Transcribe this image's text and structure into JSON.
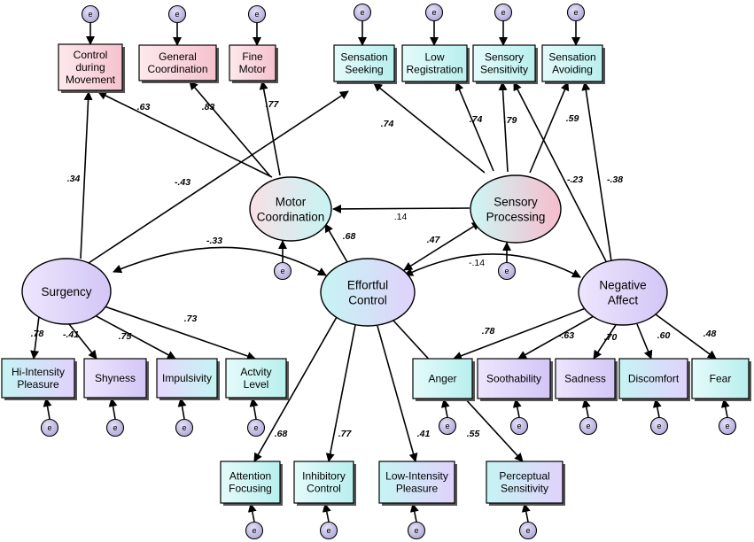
{
  "error_label": "e",
  "observed": {
    "control_movement": [
      "Control",
      "during",
      "Movement"
    ],
    "general_coordination": [
      "General",
      "Coordination"
    ],
    "fine_motor": [
      "Fine",
      "Motor"
    ],
    "sensation_seeking": [
      "Sensation",
      "Seeking"
    ],
    "low_registration": [
      "Low",
      "Registration"
    ],
    "sensory_sensitivity": [
      "Sensory",
      "Sensitivity"
    ],
    "sensation_avoiding": [
      "Sensation",
      "Avoiding"
    ],
    "hi_intensity": [
      "Hi-Intensity",
      "Pleasure"
    ],
    "shyness": [
      "Shyness"
    ],
    "impulsivity": [
      "Impulsivity"
    ],
    "activity_level": [
      "Actvity",
      "Level"
    ],
    "anger": [
      "Anger"
    ],
    "soothability": [
      "Soothability"
    ],
    "sadness": [
      "Sadness"
    ],
    "discomfort": [
      "Discomfort"
    ],
    "fear": [
      "Fear"
    ],
    "attention_focusing": [
      "Attention",
      "Focusing"
    ],
    "inhibitory_control": [
      "Inhibitory",
      "Control"
    ],
    "low_intensity": [
      "Low-Intensity",
      "Pleasure"
    ],
    "perceptual_sensitivity": [
      "Perceptual",
      "Sensitivity"
    ]
  },
  "latent": {
    "motor_coordination": [
      "Motor",
      "Coordination"
    ],
    "sensory_processing": [
      "Sensory",
      "Processing"
    ],
    "surgency": [
      "Surgency"
    ],
    "effortful_control": [
      "Effortful",
      "Control"
    ],
    "negative_affect": [
      "Negative",
      "Affect"
    ]
  },
  "coefficients": {
    "mc_control": ".63",
    "mc_general": ".83",
    "mc_fine": ".77",
    "sp_seeking": ".74",
    "sp_lowreg": ".74",
    "sp_sensitivity": ".79",
    "sp_avoiding": ".59",
    "sp_mc": ".14",
    "na_sensitivity": "-.23",
    "na_avoiding": "-.38",
    "surg_control": ".34",
    "surg_seeking": "-.43",
    "surg_ec": "-.33",
    "ec_mc": ".68",
    "ec_sp": ".47",
    "ec_na": "-.14",
    "surg_hi": ".78",
    "surg_shy": "-.41",
    "surg_imp": ".75",
    "surg_act": ".73",
    "na_anger": ".78",
    "na_sooth": "-.63",
    "na_sad": ".70",
    "na_disc": ".60",
    "na_fear": ".48",
    "ec_attention": ".68",
    "ec_inhibitory": ".77",
    "ec_lowint": ".41",
    "ec_perceptual": ".55"
  },
  "colors": {
    "pink_box": "#f9cfd8",
    "cyan_box": "#c9f6f4",
    "lavender_box": "#e1d6fb",
    "error_circle": "#c7c2e6"
  }
}
